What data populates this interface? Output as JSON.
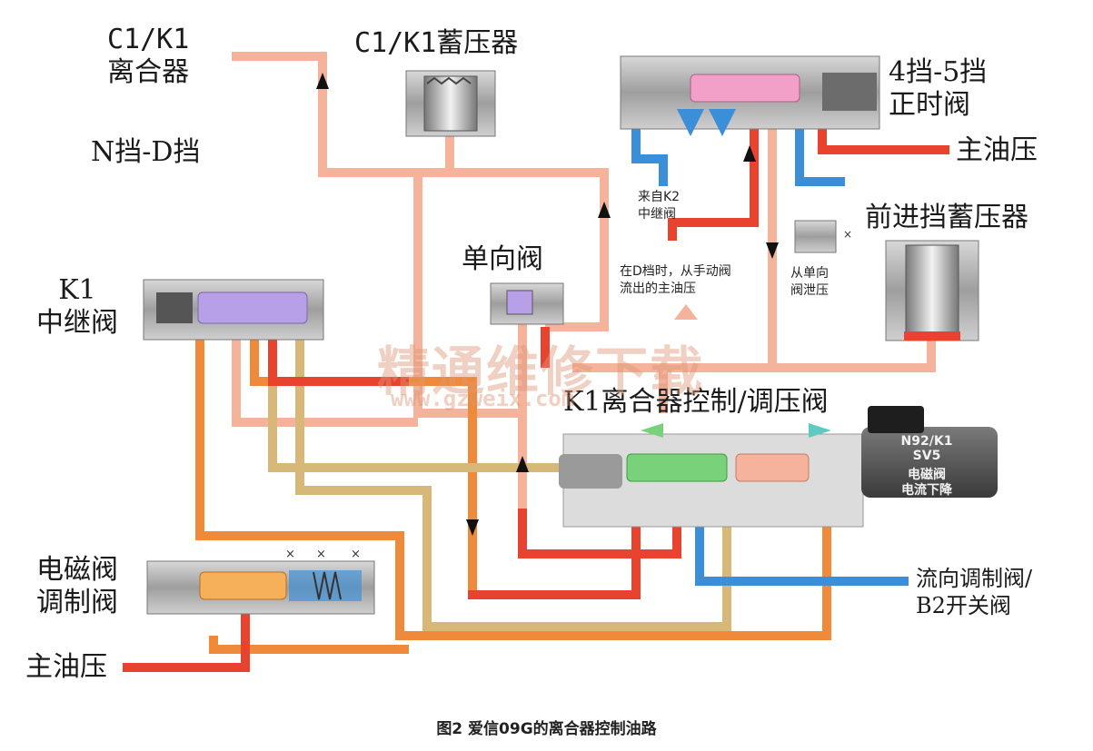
{
  "labels": {
    "c1k1_clutch": "C1/K1\n离合器",
    "c1k1_accumulator": "C1/K1蓄压器",
    "gear_nd": "N挡-D挡",
    "timing_valve": "4挡-5挡\n正时阀",
    "main_pressure_top": "主油压",
    "from_k2_relay": "来自K2\n中继阀",
    "forward_accumulator": "前进挡蓄压器",
    "check_valve": "单向阀",
    "manual_valve_note": "在D档时，从手动阀\n流出的主油压",
    "check_valve_release": "从单向\n阀泄压",
    "k1_relay_valve": "K1\n中继阀",
    "k1_control_valve": "K1离合器控制/调压阀",
    "solenoid_name": "N92/K1\nSV5",
    "solenoid_type": "电磁阀",
    "solenoid_current": "电流下降",
    "solenoid_mod_valve": "电磁阀\n调制阀",
    "main_pressure_bottom": "主油压",
    "flow_valve": "流向调制阀/\nB2开关阀"
  },
  "watermark": {
    "text": "精通维修下载",
    "url": "www.gzweix.com"
  },
  "caption": "图2 爱信09G的离合器控制油路",
  "colors": {
    "main_pressure": "#e8432e",
    "clutch_pressure": "#f4b39a",
    "modulated_pressure": "#ee8a3a",
    "exhaust": "#3a8fd8",
    "signal": "#d8b878",
    "valve_body": "#bdbdbd",
    "spool_pink": "#f2a0c8",
    "spool_green": "#79d279",
    "spool_orange": "#f7b05a",
    "spool_purple": "#b8a0e8"
  },
  "icons": [
    "flow-arrow-icon",
    "exhaust-x-icon",
    "spring-icon"
  ]
}
